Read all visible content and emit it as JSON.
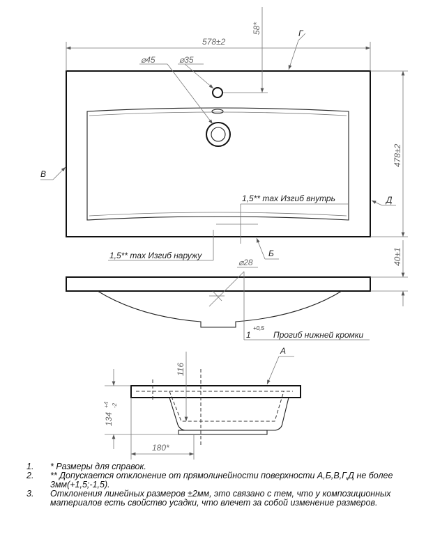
{
  "top_view": {
    "width_dim": "578±2",
    "tap_offset_dim": "58*",
    "drain_diameter": "⌀45",
    "tap_diameter": "⌀35",
    "depth_dim": "478±2",
    "label_G": "Г",
    "label_V": "В",
    "label_D": "Д",
    "label_B": "Б",
    "bend_inward": "1,5** max Изгиб внутрь",
    "bend_outward": "1,5** max Изгиб наружу"
  },
  "side_view": {
    "thickness_dim": "40±1",
    "hole_diameter": "⌀28",
    "sag_value": "1",
    "sag_tolerance": "+0,5",
    "sag_label": "Прогиб нижней кромки"
  },
  "section_view": {
    "label_A": "А",
    "depth_dim": "116",
    "height_dim": "134",
    "height_tol_upper": "+4",
    "height_tol_lower": "-2",
    "offset_dim": "180*"
  },
  "notes": [
    {
      "num": "1.",
      "text": "*  Размеры для справок."
    },
    {
      "num": "2.",
      "text": "**  Допускается отклонение от прямолинейности поверхности А,Б,В,Г,Д не более 3мм(+1,5;-1,5)."
    },
    {
      "num": "3.",
      "text": "Отклонения линейных размеров ±2мм, это связано с тем, что у композиционных материалов есть свойство усадки, что влечет за собой изменение размеров."
    }
  ]
}
